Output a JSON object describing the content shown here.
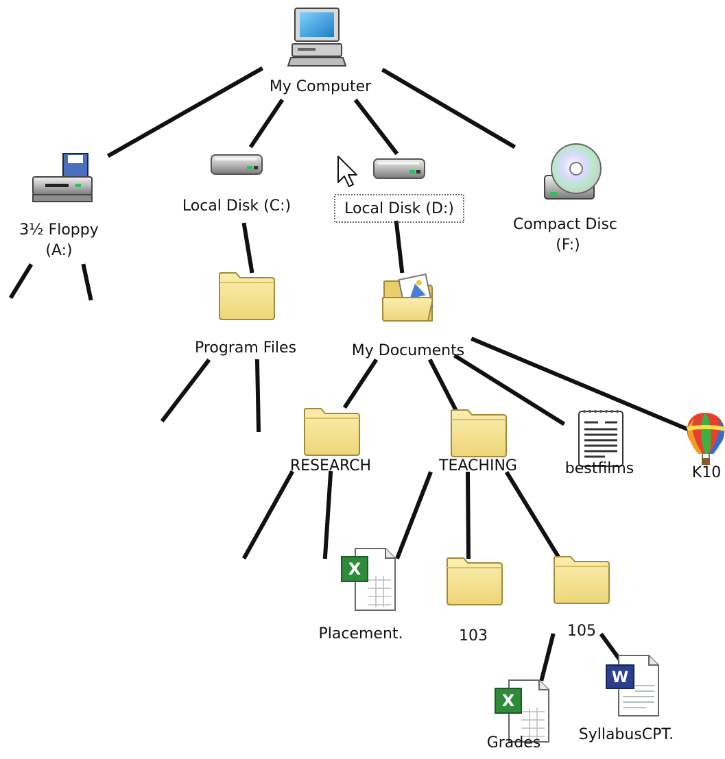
{
  "nodes": {
    "my_computer": "My Computer",
    "floppy_line1": "3½ Floppy",
    "floppy_line2": "(A:)",
    "disk_c": "Local Disk (C:)",
    "disk_d": "Local Disk (D:)",
    "cd_line1": "Compact Disc",
    "cd_line2": "(F:)",
    "program_files": "Program Files",
    "my_documents": "My Documents",
    "research": "RESEARCH",
    "teaching": "TEACHING",
    "bestfilms": "bestfilms",
    "k10": "K10",
    "placement": "Placement.",
    "f103": "103",
    "f105": "105",
    "grades": "Grades",
    "syllabus": "SyllabusCPT."
  },
  "selected_node": "disk_d",
  "icons": {
    "my_computer": "computer-icon",
    "floppy": "floppy-drive-icon",
    "disk_c": "hard-disk-icon",
    "disk_d": "hard-disk-icon",
    "compact_disc": "cd-drive-icon",
    "program_files": "folder-icon",
    "my_documents": "open-folder-icon",
    "research": "folder-icon",
    "teaching": "folder-icon",
    "bestfilms": "text-document-icon",
    "k10": "hot-air-balloon-icon",
    "placement": "excel-file-icon",
    "f103": "folder-icon",
    "f105": "folder-icon",
    "grades": "excel-file-icon",
    "syllabus": "word-file-icon",
    "cursor": "mouse-pointer-icon"
  },
  "colors": {
    "edge": "#111111",
    "folder_fill": "#f7e592",
    "folder_stroke": "#a08a3a",
    "monitor_screen": "#3fa7e0",
    "excel_green": "#2e8b3a",
    "word_blue": "#2a3f8f"
  }
}
